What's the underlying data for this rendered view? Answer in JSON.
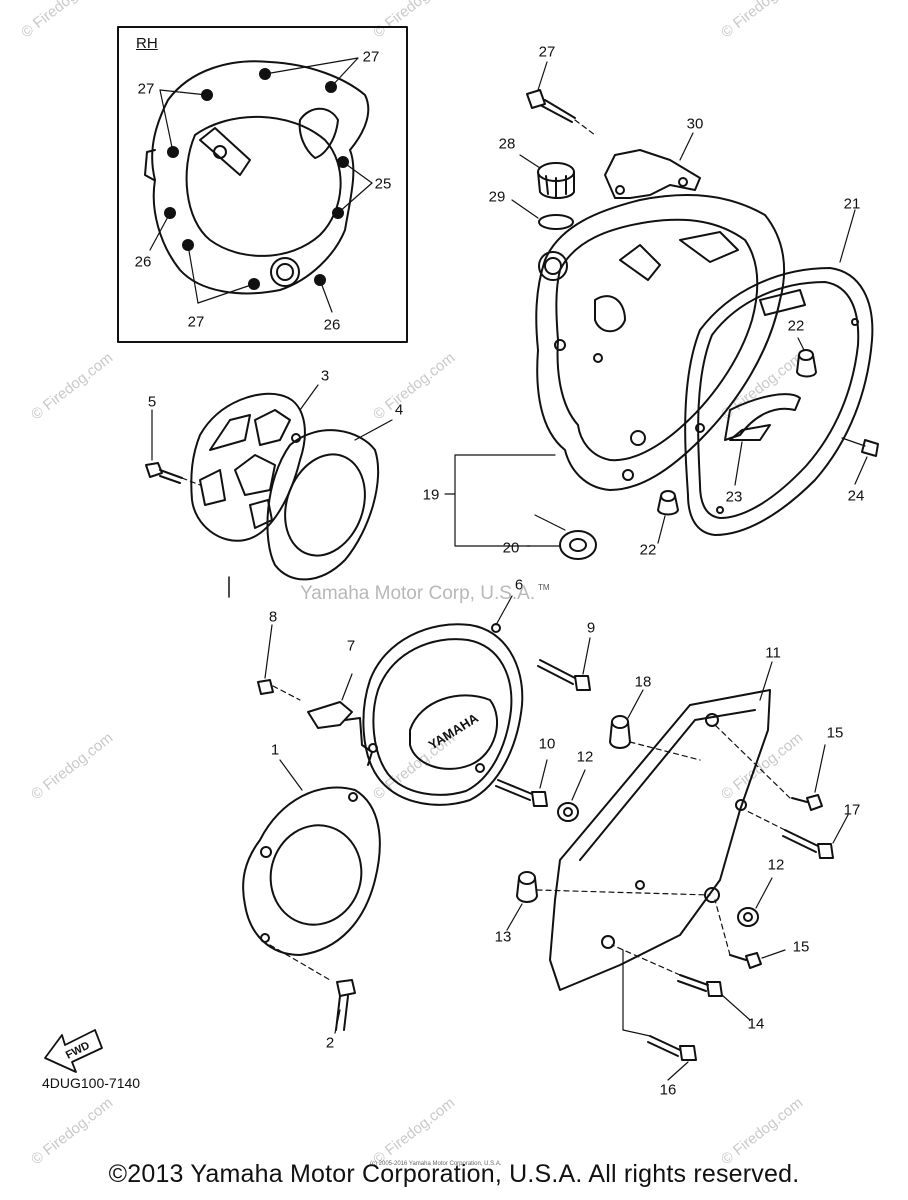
{
  "inset": {
    "label": "RH",
    "callouts": [
      "27",
      "27",
      "25",
      "26",
      "27",
      "26"
    ]
  },
  "callouts": {
    "c1": "1",
    "c2": "2",
    "c3": "3",
    "c4": "4",
    "c5": "5",
    "c6": "6",
    "c7": "7",
    "c8": "8",
    "c9": "9",
    "c10": "10",
    "c11": "11",
    "c12a": "12",
    "c12b": "12",
    "c13": "13",
    "c14": "14",
    "c15a": "15",
    "c15b": "15",
    "c16": "16",
    "c17": "17",
    "c18": "18",
    "c19": "19",
    "c20": "20",
    "c21": "21",
    "c22a": "22",
    "c22b": "22",
    "c23": "23",
    "c24": "24",
    "c27": "27",
    "c28": "28",
    "c29": "29",
    "c30": "30"
  },
  "cover_logo": "YAMAHA",
  "fwd": "FWD",
  "tm_mark": "TM",
  "doc_code": "4DUG100-7140",
  "center_watermark": "Yamaha Motor Corp, U.S.A.",
  "tiny_notice": "(c) 2005-2016 Yamaha Motor Corporation, U.S.A.",
  "copyright": "©2013 Yamaha Motor Corporation, U.S.A. All rights reserved.",
  "watermark": "© Firedog.com"
}
